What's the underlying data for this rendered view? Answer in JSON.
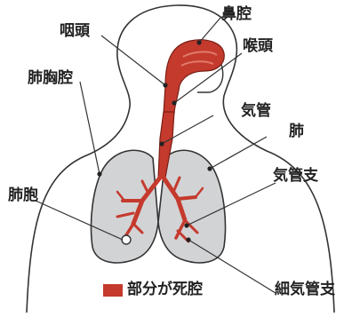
{
  "labels": {
    "nasal_cavity": "鼻腔",
    "pharynx": "咽頭",
    "larynx": "喉頭",
    "thoracic_cavity": "肺胸腔",
    "trachea": "気管",
    "lung": "肺",
    "bronchus": "気管支",
    "alveolus": "肺胞",
    "bronchiole": "細気管支"
  },
  "legend": {
    "text": "部分が死腔",
    "color": "#c43a2d"
  },
  "colors": {
    "airway": "#c43a2d",
    "airway_light": "#e07a6c",
    "lung_fill": "#d2d3d5",
    "outline": "#333333"
  }
}
